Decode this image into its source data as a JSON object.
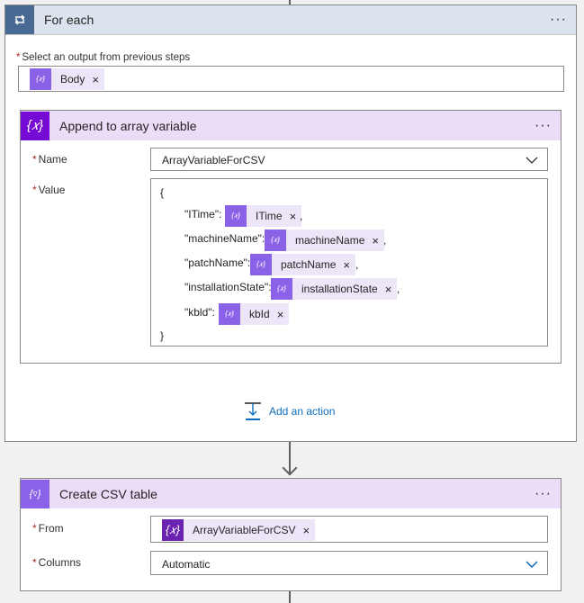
{
  "foreach": {
    "title": "For each",
    "menu": "···",
    "select_label": "Select an output from previous steps",
    "required_mark": "*",
    "body_token": "Body",
    "remove": "×"
  },
  "append": {
    "title": "Append to array variable",
    "menu": "···",
    "name_label": "Name",
    "name_value": "ArrayVariableForCSV",
    "value_label": "Value",
    "json_open": "{",
    "json_close": "}",
    "rows": [
      {
        "key": "\"ITime\":",
        "token": "ITime",
        "suffix": ","
      },
      {
        "key": "\"machineName\":",
        "token": "machineName",
        "suffix": ","
      },
      {
        "key": "\"patchName\":",
        "token": "patchName",
        "suffix": ","
      },
      {
        "key": "\"installationState\":",
        "token": "installationState",
        "suffix": ","
      },
      {
        "key": "\"kbld\":",
        "token": "kbId",
        "suffix": ""
      }
    ]
  },
  "add_action": "Add an action",
  "create": {
    "title": "Create CSV table",
    "menu": "···",
    "from_label": "From",
    "from_token": "ArrayVariableForCSV",
    "columns_label": "Columns",
    "columns_value": "Automatic"
  },
  "icons": {
    "loop": "loop-icon",
    "variable": "variable-icon",
    "expression": "expression-icon",
    "csv": "csv-table-icon",
    "chevron": "chevron-down-icon",
    "add": "add-action-icon"
  },
  "colors": {
    "foreach_header": "#dbe4ee",
    "foreach_icon": "#486991",
    "variable_header": "#ebdcf8",
    "variable_icon": "#770bd6",
    "token_bg": "#ece6f8",
    "token_icon": "#8a62e8",
    "link": "#0f6cbd",
    "required": "#a4262c"
  }
}
